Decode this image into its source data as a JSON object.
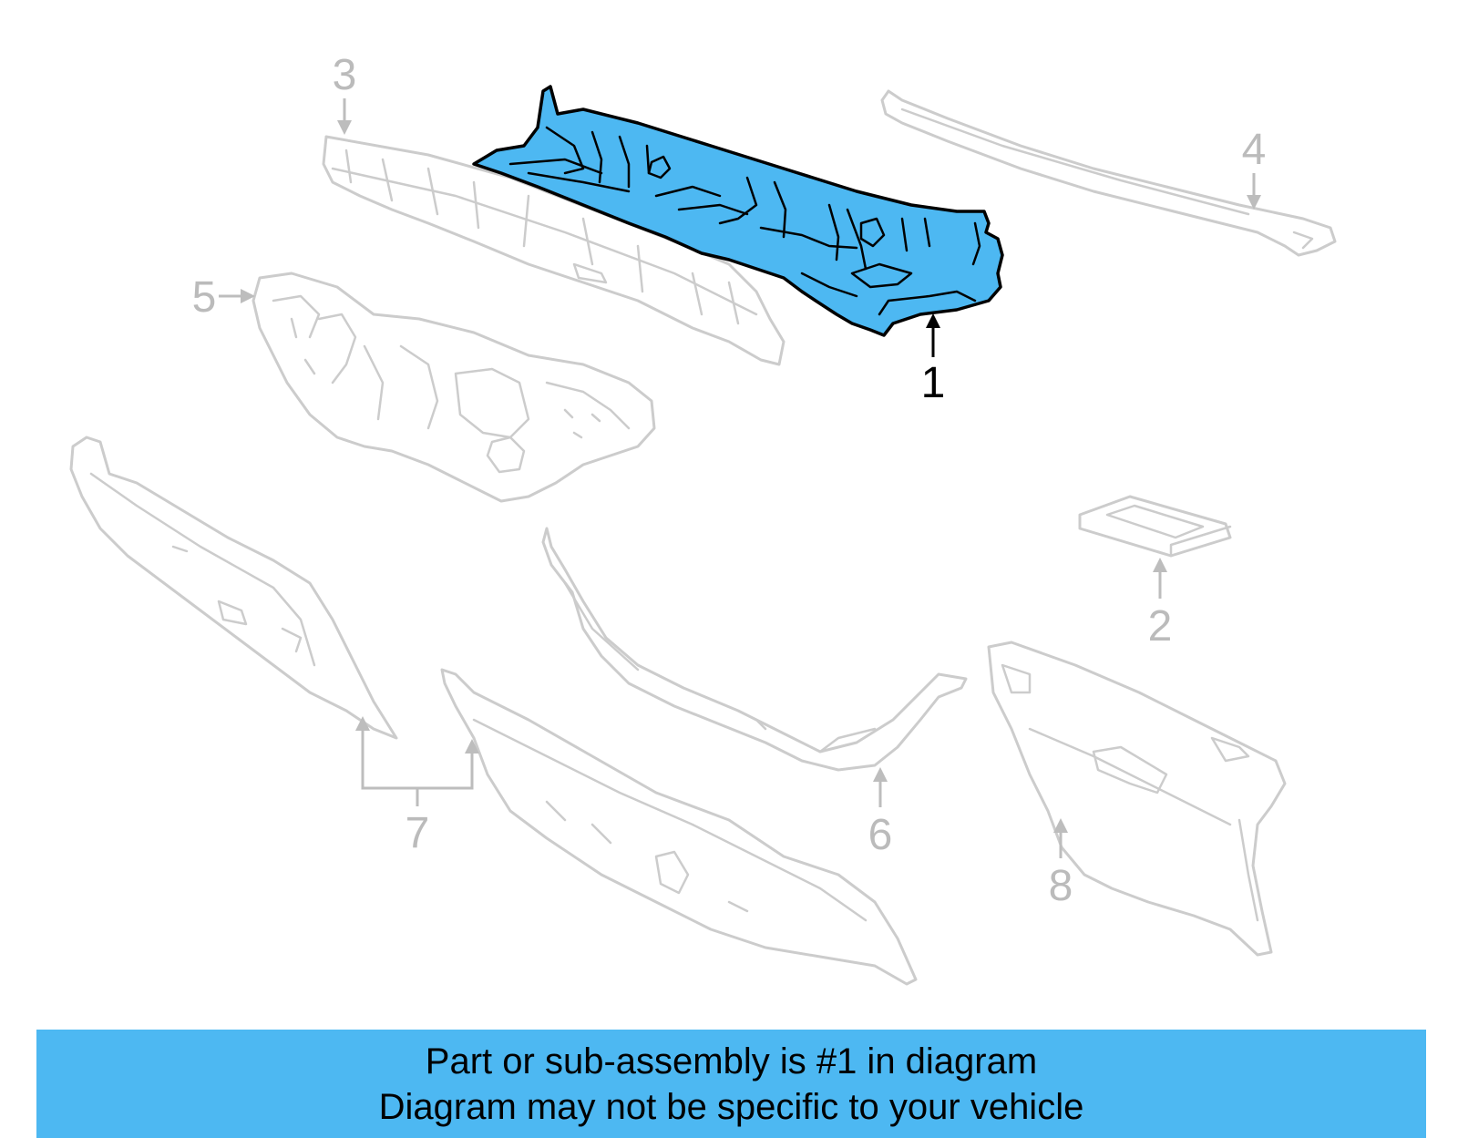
{
  "colors": {
    "highlight": "#4db8f2",
    "banner": "#4db8f2",
    "ghost_stroke": "#cccccc",
    "label_gray": "#bbbbbb",
    "label_black": "#000000"
  },
  "callouts": {
    "part_1": "1",
    "part_2": "2",
    "part_3": "3",
    "part_4": "4",
    "part_5": "5",
    "part_6": "6",
    "part_7": "7",
    "part_8": "8"
  },
  "highlighted_part": "1",
  "banner": {
    "line1": "Part or sub-assembly is #1 in diagram",
    "line2": "Diagram may not be specific to your vehicle"
  }
}
